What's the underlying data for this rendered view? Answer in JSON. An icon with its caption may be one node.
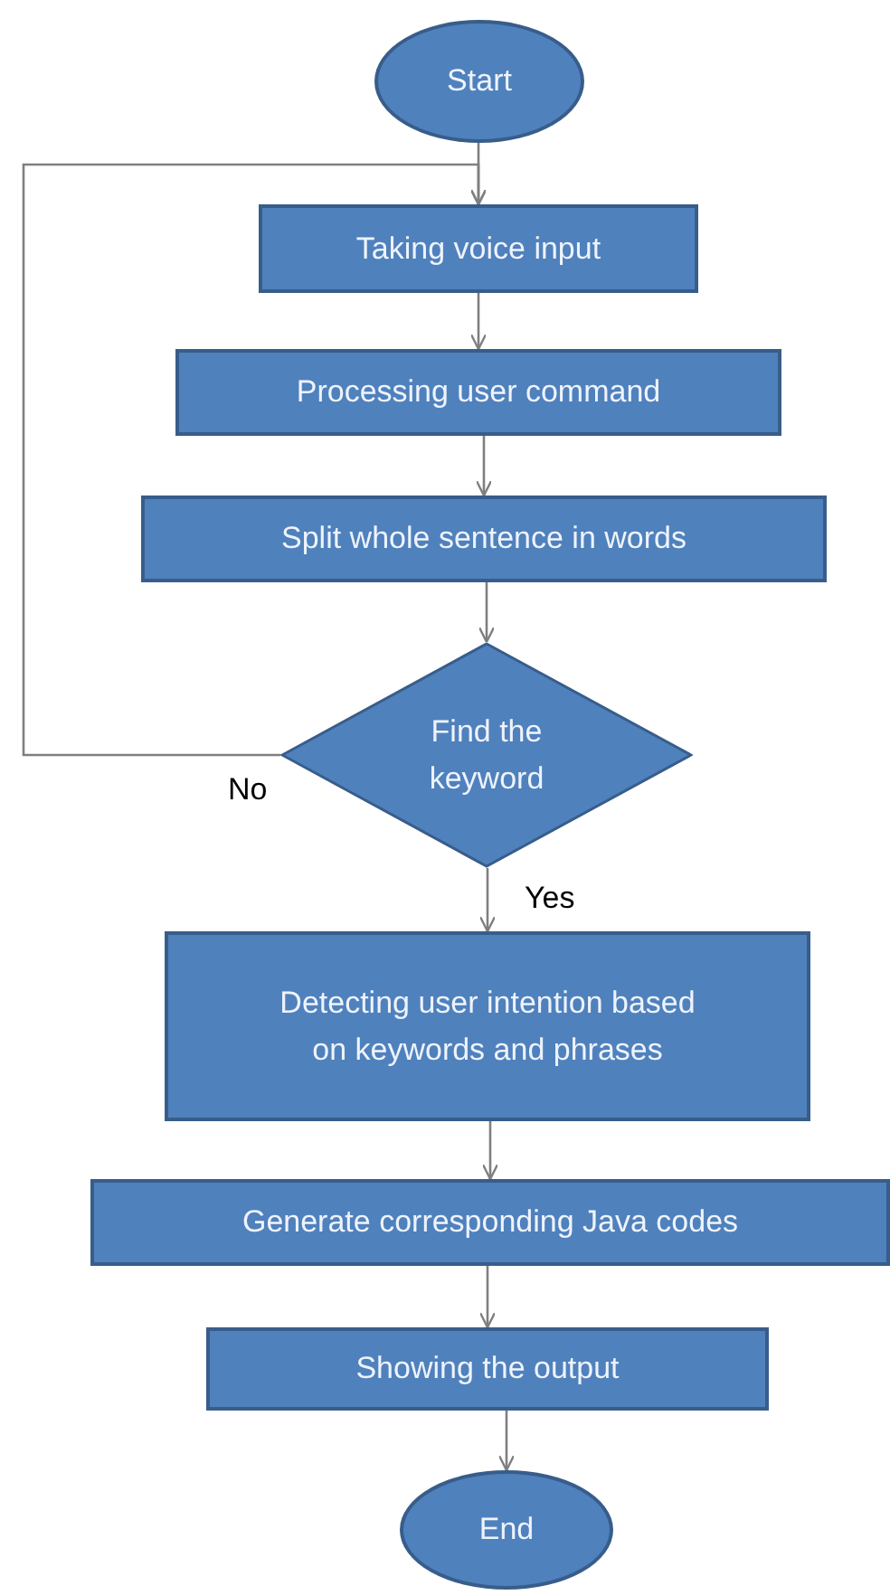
{
  "diagram": {
    "nodes": [
      {
        "text": [
          "Start"
        ]
      },
      {
        "text": [
          "Taking voice input"
        ]
      },
      {
        "text": [
          "Processing user command"
        ]
      },
      {
        "text": [
          "Split whole sentence in words"
        ]
      },
      {
        "text": [
          "Find the keyword"
        ]
      },
      {
        "text": [
          "Detecting user intention based on keywords and phrases"
        ]
      },
      {
        "text": [
          "Generate corresponding Java codes"
        ]
      },
      {
        "text": [
          "Showing the output"
        ]
      },
      {
        "text": [
          "End"
        ]
      }
    ],
    "edges": [
      {
        "from": 0,
        "to": 1,
        "arrow": "to"
      },
      {
        "from": 1,
        "to": 2,
        "arrow": "to"
      },
      {
        "from": 2,
        "to": 3,
        "arrow": "to"
      },
      {
        "from": 3,
        "to": 4,
        "arrow": "to"
      },
      {
        "from": 4,
        "to": 1,
        "arrow": "to",
        "label": "No"
      },
      {
        "from": 4,
        "to": 5,
        "arrow": "to",
        "label": "Yes"
      },
      {
        "from": 5,
        "to": 6,
        "arrow": "to"
      },
      {
        "from": 6,
        "to": 7,
        "arrow": "to"
      },
      {
        "from": 7,
        "to": 8,
        "arrow": "to"
      }
    ]
  }
}
